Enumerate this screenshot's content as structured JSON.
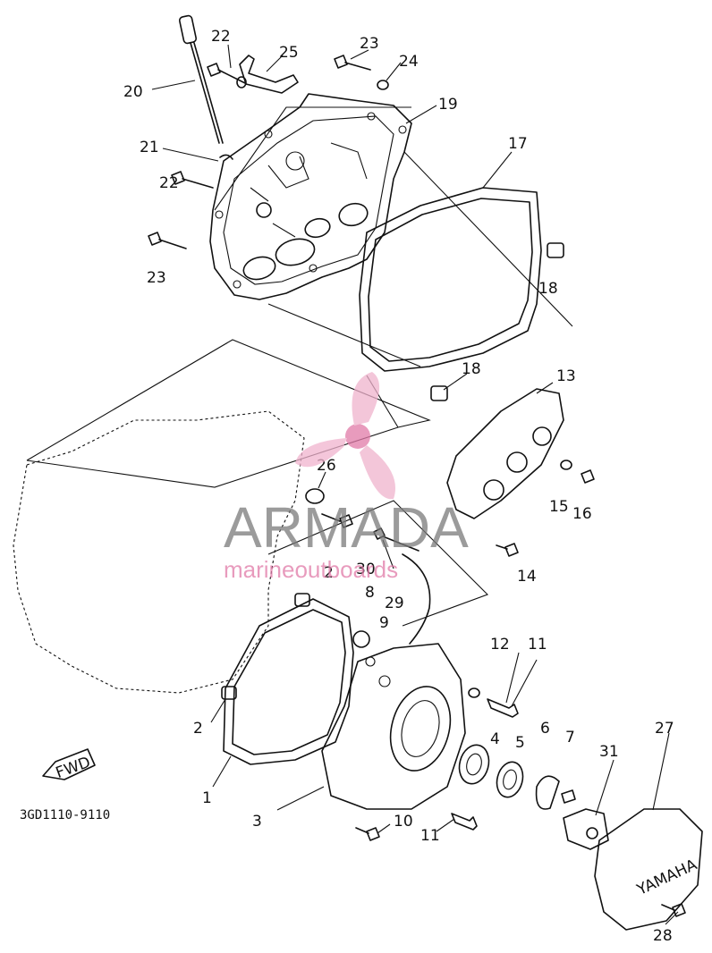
{
  "diagram": {
    "catalog_code": "3GD1110-9110",
    "fwd_label": "FWD",
    "watermark": {
      "brand": "ARMADA",
      "tagline": "marineoutboards"
    },
    "cover_brand": "YAMAHA",
    "callouts": [
      {
        "id": "c20",
        "text": "20"
      },
      {
        "id": "c22a",
        "text": "22"
      },
      {
        "id": "c25",
        "text": "25"
      },
      {
        "id": "c23a",
        "text": "23"
      },
      {
        "id": "c24",
        "text": "24"
      },
      {
        "id": "c19",
        "text": "19"
      },
      {
        "id": "c21",
        "text": "21"
      },
      {
        "id": "c17",
        "text": "17"
      },
      {
        "id": "c22b",
        "text": "22"
      },
      {
        "id": "c23b",
        "text": "23"
      },
      {
        "id": "c18a",
        "text": "18"
      },
      {
        "id": "c18b",
        "text": "18"
      },
      {
        "id": "c13",
        "text": "13"
      },
      {
        "id": "c26",
        "text": "26"
      },
      {
        "id": "c15",
        "text": "15"
      },
      {
        "id": "c16",
        "text": "16"
      },
      {
        "id": "c30",
        "text": "30"
      },
      {
        "id": "c14",
        "text": "14"
      },
      {
        "id": "c2a",
        "text": "2"
      },
      {
        "id": "c8",
        "text": "8"
      },
      {
        "id": "c29",
        "text": "29"
      },
      {
        "id": "c9",
        "text": "9"
      },
      {
        "id": "c12",
        "text": "12"
      },
      {
        "id": "c11a",
        "text": "11"
      },
      {
        "id": "c2b",
        "text": "2"
      },
      {
        "id": "c4",
        "text": "4"
      },
      {
        "id": "c5",
        "text": "5"
      },
      {
        "id": "c6",
        "text": "6"
      },
      {
        "id": "c7",
        "text": "7"
      },
      {
        "id": "c31",
        "text": "31"
      },
      {
        "id": "c27",
        "text": "27"
      },
      {
        "id": "c1",
        "text": "1"
      },
      {
        "id": "c3",
        "text": "3"
      },
      {
        "id": "c10",
        "text": "10"
      },
      {
        "id": "c11b",
        "text": "11"
      },
      {
        "id": "c28",
        "text": "28"
      }
    ]
  }
}
